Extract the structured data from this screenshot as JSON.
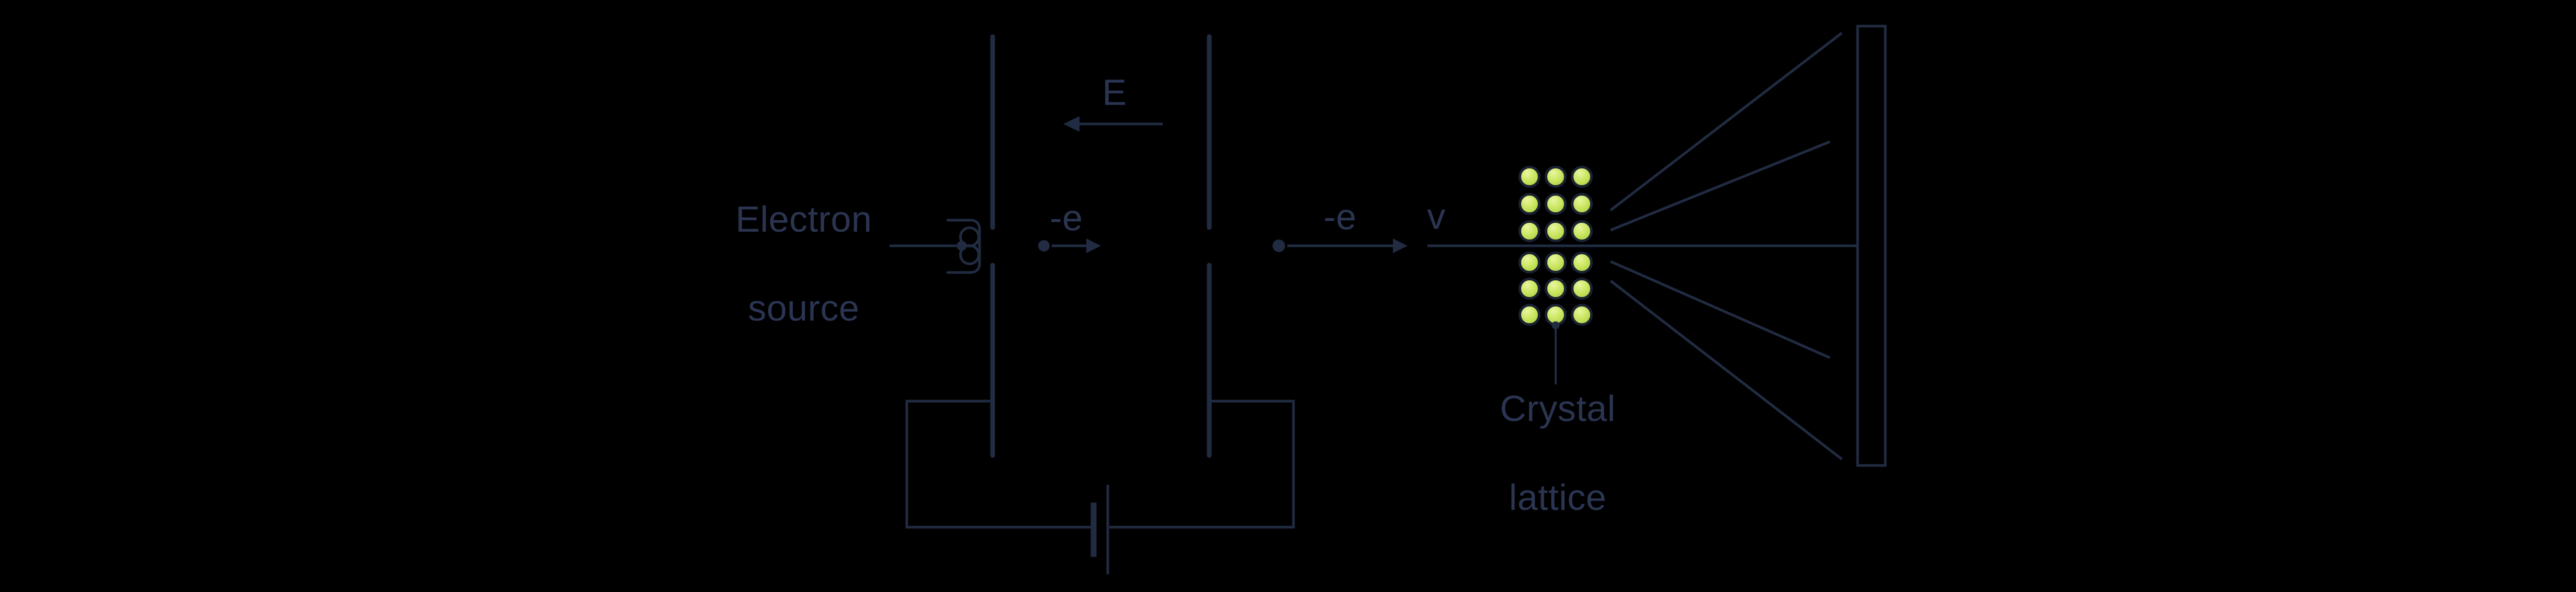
{
  "figure": {
    "description": "Electron diffraction experiment diagram: electron source, accelerating capacitor plates with electric field E, electron beam with velocity v, crystal lattice target and detector screen",
    "background_color": "#000000",
    "ink_color": "#212B41",
    "text_color": "#2B3552",
    "atom_outline_color": "#1A2232",
    "atom_fill_light": "#E8F6A0",
    "atom_fill_mid": "#CDE765",
    "atom_fill_dark": "#A6CC37"
  },
  "labels": {
    "electron_source": [
      "Electron",
      "source"
    ],
    "field": "E",
    "electron_charge": "-e",
    "velocity": "v",
    "crystal_lattice": [
      "Crystal",
      "lattice"
    ]
  },
  "lattice": {
    "columns": 3,
    "rows": 6,
    "atom_count": 18
  },
  "components": {
    "plates": 2,
    "battery_cells": 1,
    "diffracted_beams": 5,
    "screen": "detector screen"
  }
}
